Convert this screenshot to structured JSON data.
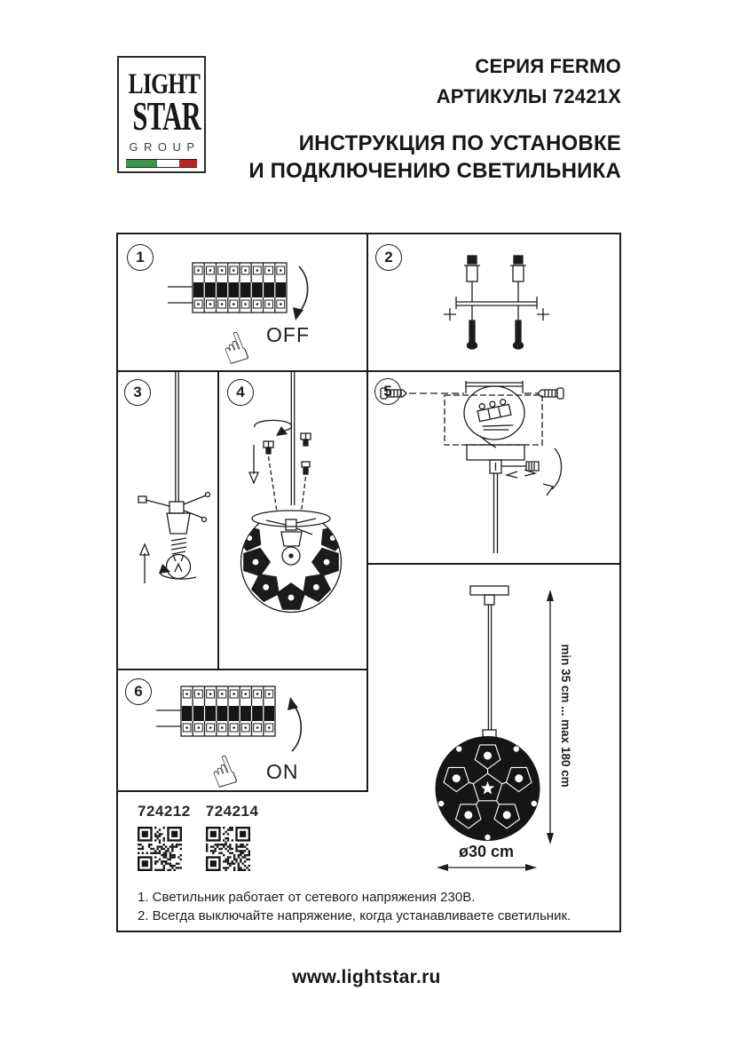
{
  "header": {
    "series": "СЕРИЯ FERMO",
    "articles": "АРТИКУЛЫ 72421X",
    "instruction_line1": "ИНСТРУКЦИЯ ПО УСТАНОВКЕ",
    "instruction_line2": "И ПОДКЛЮЧЕНИЮ СВЕТИЛЬНИКА"
  },
  "logo": {
    "line1": "LIGHT",
    "line2": "STAR",
    "line3": "GROUP",
    "flag_colors": [
      "#37984c",
      "#ffffff",
      "#bf2126"
    ]
  },
  "steps": [
    {
      "number": "1",
      "label": "OFF",
      "diagram": "circuit-breaker-switch-off"
    },
    {
      "number": "2",
      "diagram": "mounting-screws-and-wall-anchors"
    },
    {
      "number": "3",
      "diagram": "suspension-spider-bracket-and-bulb"
    },
    {
      "number": "4",
      "diagram": "football-shade-assembly-with-screws"
    },
    {
      "number": "5",
      "diagram": "ceiling-bracket-canopy-terminal-mounting"
    },
    {
      "number": "6",
      "label": "ON",
      "diagram": "circuit-breaker-switch-on"
    }
  ],
  "product": {
    "articles": [
      "724212",
      "724214"
    ],
    "height_range": "min 35 cm ... max 180 cm",
    "diameter": "ø30 cm"
  },
  "notes": [
    "1. Светильник работает от сетевого напряжения 230В.",
    "2. Всегда выключайте напряжение, когда устанавливаете светильник."
  ],
  "footer": {
    "website": "www.lightstar.ru"
  },
  "line_color": "#1d1d1d"
}
